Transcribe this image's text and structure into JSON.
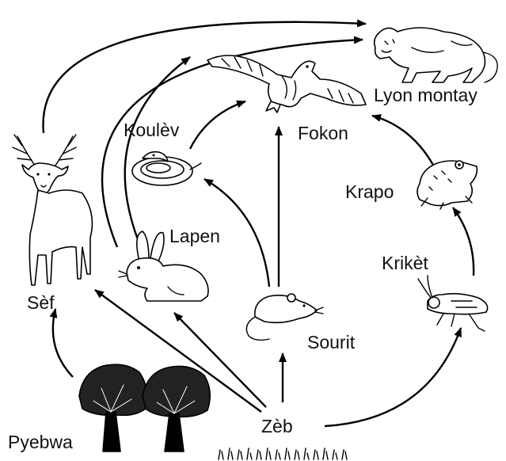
{
  "organisms": {
    "lyon": "Lyon montay",
    "fokon": "Fokon",
    "koulev": "Koulèv",
    "sef": "Sèf",
    "lapen": "Lapen",
    "krapo": "Krapo",
    "kriket": "Krikèt",
    "sourit": "Sourit",
    "zeb": "Zèb",
    "pyebwa": "Pyebwa"
  },
  "icons": {
    "lyon": "mountain-lion-icon",
    "fokon": "hawk-icon",
    "koulev": "snake-icon",
    "sef": "deer-icon",
    "lapen": "rabbit-icon",
    "krapo": "toad-icon",
    "kriket": "cricket-icon",
    "sourit": "mouse-icon",
    "zeb": "grass-icon",
    "pyebwa": "trees-icon"
  },
  "links": [
    {
      "from": "Pyebwa",
      "to": "Sèf"
    },
    {
      "from": "Zèb",
      "to": "Sèf"
    },
    {
      "from": "Zèb",
      "to": "Lapen"
    },
    {
      "from": "Zèb",
      "to": "Sourit"
    },
    {
      "from": "Zèb",
      "to": "Krikèt"
    },
    {
      "from": "Krikèt",
      "to": "Krapo"
    },
    {
      "from": "Krapo",
      "to": "Fokon"
    },
    {
      "from": "Sourit",
      "to": "Fokon"
    },
    {
      "from": "Sourit",
      "to": "Koulèv"
    },
    {
      "from": "Koulèv",
      "to": "Fokon"
    },
    {
      "from": "Lapen",
      "to": "Fokon"
    },
    {
      "from": "Lapen",
      "to": "Lyon montay"
    },
    {
      "from": "Sèf",
      "to": "Lyon montay"
    }
  ]
}
